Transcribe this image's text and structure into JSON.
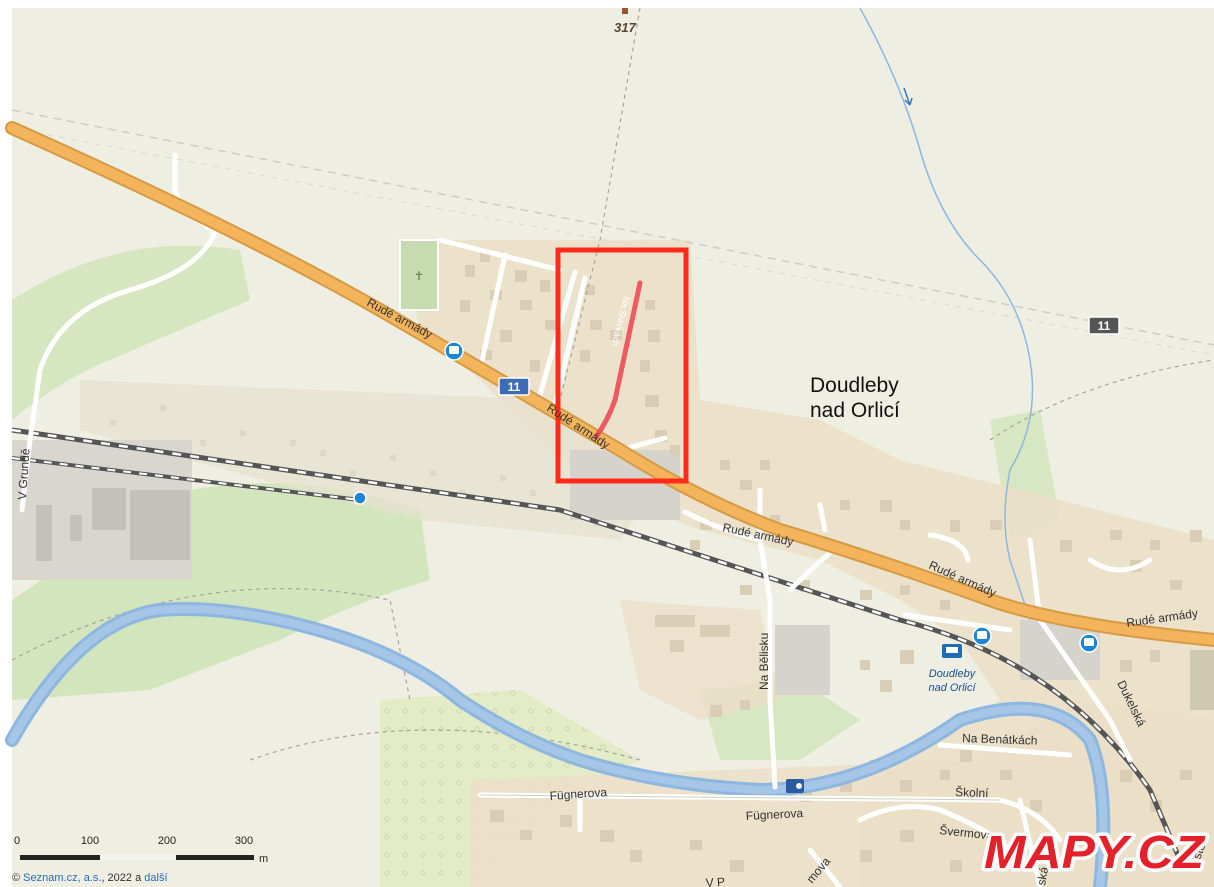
{
  "map": {
    "place_name_line1": "Doudleby",
    "place_name_line2": "nad Orlicí",
    "elevation": "317",
    "roads": {
      "main_road_name": "Rudé armády",
      "highlighted_street": "Na Stávkách",
      "grunde": "V Grundě",
      "belisku": "Na Bělisku",
      "fugnerova": "Fügnerova",
      "benatkach": "Na Benátkách",
      "skolni": "Školní",
      "svermova": "Švermova",
      "dukelska": "Dukelská",
      "route_number": "11",
      "cut_label_1": "V P",
      "cut_label_2": "mova",
      "cut_label_3": "ská",
      "cut_label_4": "stě"
    },
    "station_label_line1": "Doudleby",
    "station_label_line2": "nad Orlicí"
  },
  "scale": {
    "labels": [
      "0",
      "100",
      "200",
      "300"
    ],
    "unit": "m"
  },
  "copyright": {
    "prefix": "© ",
    "company": "Seznam.cz, a.s.",
    "year_text": ", 2022 a ",
    "more": "další"
  },
  "logo": {
    "text": "MAPY.CZ"
  },
  "colors": {
    "highlight_box": "#ff2a1a",
    "highlight_street": "#ef4a55",
    "main_road": "#f4b45c",
    "river": "#8eb7e0",
    "logo_red": "#e4202a"
  }
}
